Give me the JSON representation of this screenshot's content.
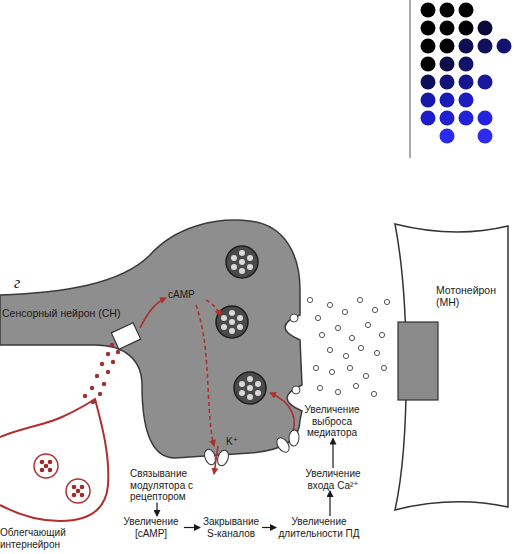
{
  "diagram": {
    "nodes": [
      {
        "text": [
          "Сенсорный нейрон (СН)"
        ]
      },
      {
        "text": [
          "Мотонейрон (МН)"
        ]
      },
      {
        "text": [
          "Облегчающий интернейрон"
        ]
      },
      {
        "text": [
          "Связывание модулятора с рецептором"
        ]
      },
      {
        "text": [
          "Увеличение [cAMP]"
        ]
      },
      {
        "text": [
          "Закрывание S-каналов"
        ]
      },
      {
        "text": [
          "Увеличение длительности ПД"
        ]
      },
      {
        "text": [
          "Увеличение входа Ca²⁺"
        ]
      },
      {
        "text": [
          "Увеличение выброса медиатора"
        ]
      }
    ],
    "edges": [
      {
        "from": 3,
        "to": 4,
        "arrow": "to"
      },
      {
        "from": 4,
        "to": 5,
        "arrow": "to"
      },
      {
        "from": 5,
        "to": 6,
        "arrow": "to"
      },
      {
        "from": 6,
        "to": 7,
        "arrow": "to"
      },
      {
        "from": 7,
        "to": 8,
        "arrow": "to"
      }
    ],
    "labels": [
      "г",
      "cAMP",
      "K⁺"
    ]
  }
}
